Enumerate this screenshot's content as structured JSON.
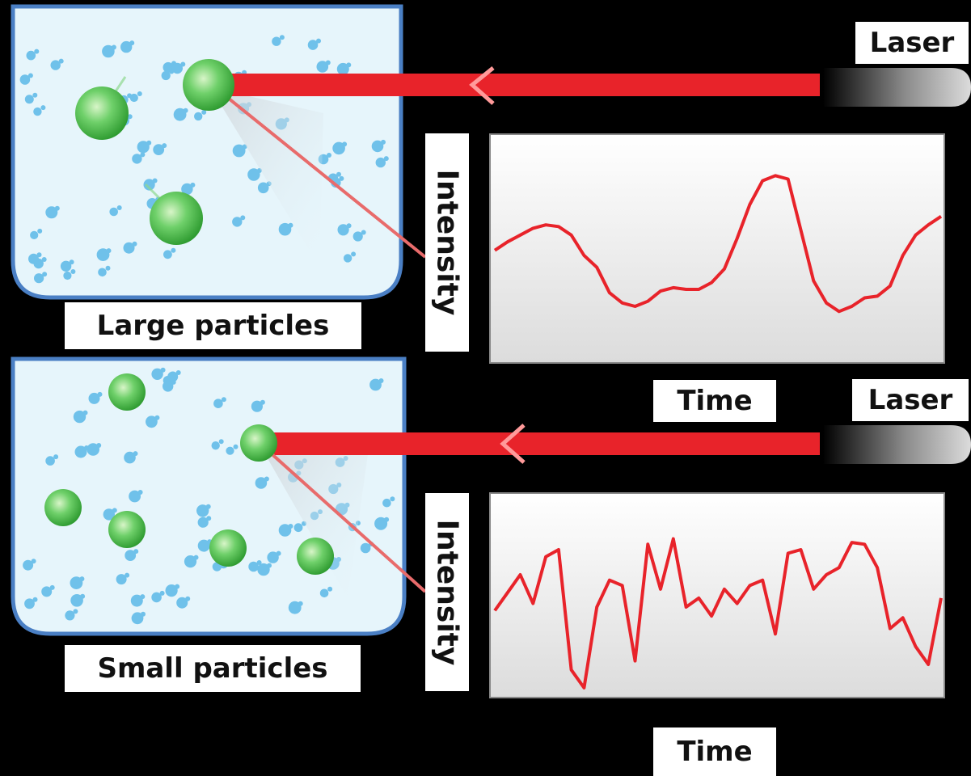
{
  "labels": {
    "laser_top": "Laser",
    "laser_bottom": "Laser",
    "large_caption": "Large particles",
    "small_caption": "Small particles",
    "intensity_top": "Intensity",
    "intensity_bottom": "Intensity",
    "time_top": "Time",
    "time_bottom": "Time"
  },
  "colors": {
    "background": "#000000",
    "beaker_fill": "#e6f5fb",
    "beaker_border": "#4a7fc4",
    "particle": "#3cae3c",
    "solvent_molecule": "#5bb8e8",
    "laser": "#e8232a",
    "trace": "#e8232a"
  },
  "chart_data": [
    {
      "type": "line",
      "title": "",
      "xlabel": "Time",
      "ylabel": "Intensity",
      "description": "slow fluctuations",
      "series": [
        {
          "values": [
            0.43,
            0.48,
            0.52,
            0.56,
            0.58,
            0.57,
            0.52,
            0.4,
            0.33,
            0.18,
            0.12,
            0.1,
            0.13,
            0.19,
            0.21,
            0.2,
            0.2,
            0.24,
            0.32,
            0.5,
            0.7,
            0.84,
            0.87,
            0.85,
            0.55,
            0.25,
            0.12,
            0.07,
            0.1,
            0.15,
            0.16,
            0.22,
            0.4,
            0.52,
            0.58,
            0.63
          ]
        }
      ]
    },
    {
      "type": "line",
      "title": "",
      "xlabel": "Time",
      "ylabel": "Intensity",
      "description": "fast fluctuations",
      "series": [
        {
          "values": [
            0.48,
            0.58,
            0.68,
            0.52,
            0.78,
            0.82,
            0.15,
            0.05,
            0.5,
            0.65,
            0.62,
            0.2,
            0.85,
            0.6,
            0.88,
            0.5,
            0.55,
            0.45,
            0.6,
            0.52,
            0.62,
            0.65,
            0.35,
            0.8,
            0.82,
            0.6,
            0.68,
            0.72,
            0.86,
            0.85,
            0.72,
            0.38,
            0.44,
            0.28,
            0.18,
            0.55
          ]
        }
      ]
    }
  ]
}
